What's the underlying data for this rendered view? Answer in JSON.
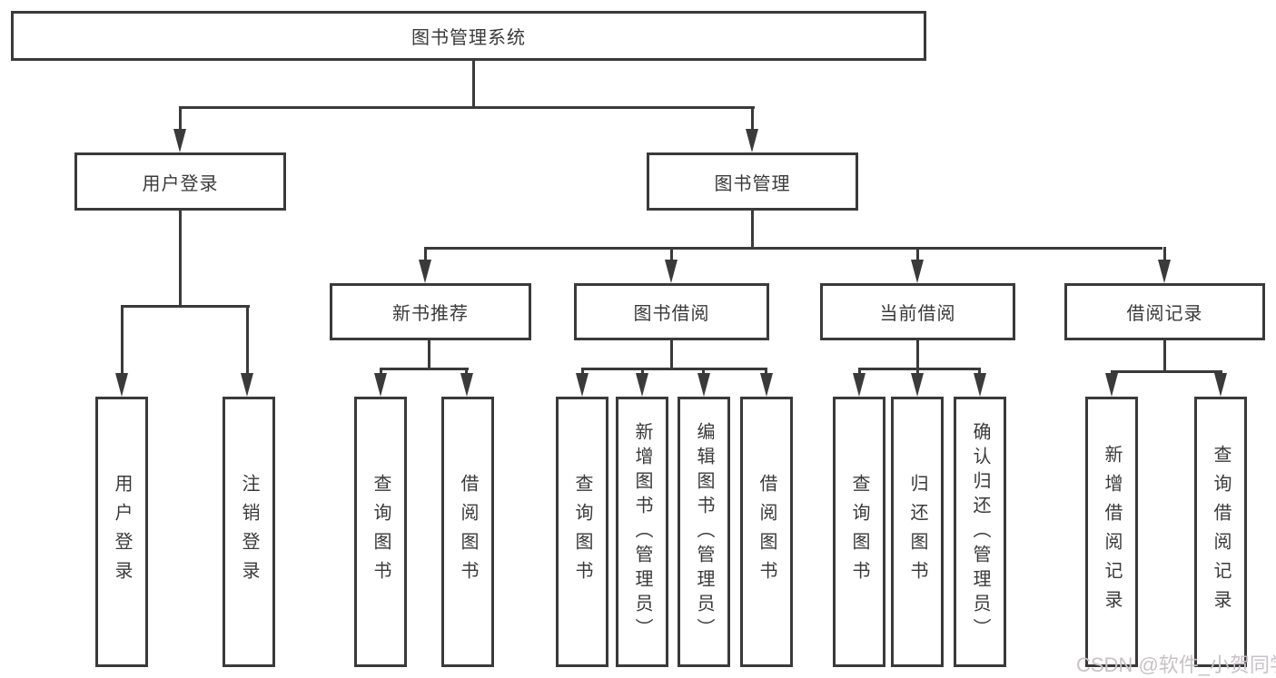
{
  "diagram": {
    "title": "图书管理系统",
    "level2": [
      "用户登录",
      "图书管理"
    ],
    "level3": [
      "新书推荐",
      "图书借阅",
      "当前借阅",
      "借阅记录"
    ],
    "leaves": [
      "用户登录",
      "注销登录",
      "查询图书",
      "借阅图书",
      "查询图书",
      "新增图书（管理员）",
      "编辑图书（管理员）",
      "借阅图书",
      "查询图书",
      "归还图书",
      "确认归还（管理员）",
      "新增借阅记录",
      "查询借阅记录"
    ],
    "watermark": "CSDN @软件_小贺同学",
    "colors": {
      "line": "#3a3a3a",
      "background": "#ffffff",
      "watermark": "#c7c2c6"
    }
  }
}
